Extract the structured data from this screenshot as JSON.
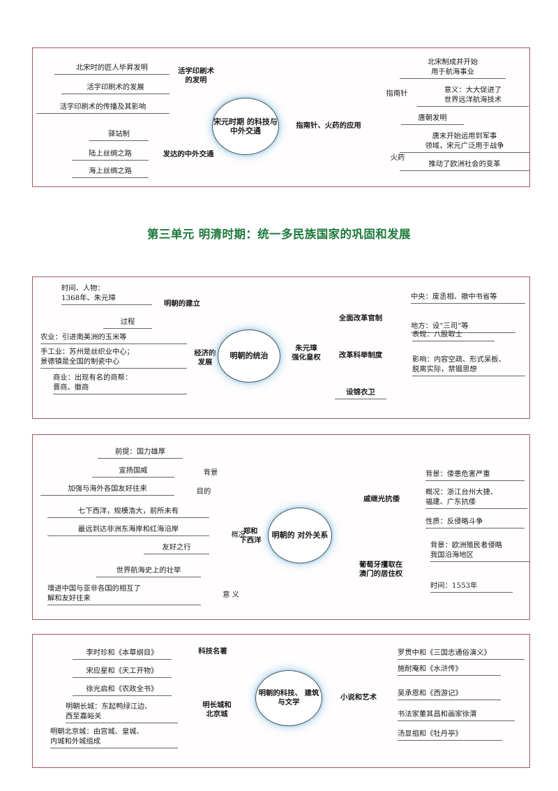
{
  "document": {
    "unit_title": "第三单元 明清时期：统一多民族国家的巩固和发展",
    "title_color": "#1f7a3d",
    "frame_color": "#9b5b60",
    "node_glow_color": "#bfe1f3"
  },
  "maps": [
    {
      "id": "map-song-yuan",
      "center": "宋元时期\n的科技与\n中外交通",
      "branches": [
        {
          "label": "活字印刷术\n的发明",
          "side": "left",
          "leaves": [
            "北宋时的匠人毕昇发明",
            "活字印刷术的发展",
            "活字印刷术的传播及其影响"
          ]
        },
        {
          "label": "发达的中外交通",
          "side": "left",
          "leaves": [
            "驿站制",
            "陆上丝绸之路",
            "海上丝绸之路"
          ]
        },
        {
          "label": "指南针、火药的应用",
          "side": "right",
          "subbranches": [
            {
              "label": "指南针",
              "leaves": [
                "北宋制成并开始\n用于航海事业",
                "意义：大大促进了\n世界远洋航海技术"
              ]
            },
            {
              "label": "火药",
              "leaves": [
                "唐朝发明",
                "唐末开始运用到军事\n领域，宋元广泛用于战争",
                "推动了欧洲社会的变革"
              ]
            }
          ]
        }
      ]
    },
    {
      "id": "map-ming-rule",
      "center": "明朝的统治",
      "branches": [
        {
          "label": "明朝的建立",
          "side": "left",
          "leaves": [
            "时间、人物：\n1368年、朱元璋",
            "过程"
          ]
        },
        {
          "label": "经济的\n发展",
          "side": "left",
          "leaves": [
            "农业：引进南美洲的玉米等",
            "手工业：苏州是丝织业中心；\n景德镇是全国的制瓷中心",
            "商业：出现有名的商帮：\n晋商、徽商"
          ]
        },
        {
          "label": "朱元璋\n强化皇权",
          "side": "right",
          "subbranches": [
            {
              "label": "全面改革官制",
              "leaves": [
                "中央：废丞相、撤中书省等",
                "地方：设“三司”等"
              ]
            },
            {
              "label": "改革科举制度",
              "leaves": [
                "表现：八股取士",
                "影响：内容空疏、形式呆板、\n脱离实际，禁锢思想"
              ]
            },
            {
              "label": "设锦衣卫",
              "leaves": []
            }
          ]
        }
      ]
    },
    {
      "id": "map-foreign-relations",
      "center": "明朝的\n对外关系",
      "branches": [
        {
          "label": "郑和\n下西洋",
          "side": "left",
          "subbranches": [
            {
              "label": "背景",
              "leaves": [
                "前提：国力雄厚"
              ]
            },
            {
              "label": "目的",
              "leaves": [
                "宣扬国威",
                "加强与海外各国友好往来"
              ]
            },
            {
              "label": "概况",
              "leaves": [
                "七下西洋，规模浩大，前所未有",
                "最远到达非洲东海岸和红海沿岸",
                "友好之行"
              ]
            },
            {
              "label": "意 义",
              "leaves": [
                "世界航海史上的壮举",
                "增进中国与亚非各国的相互了\n解和友好往来"
              ]
            }
          ]
        },
        {
          "label": "戚继光抗倭",
          "side": "right",
          "leaves": [
            "背景：倭患危害严重",
            "概况：浙江台州大捷、\n福建、广东抗倭",
            "性质：反侵略斗争"
          ]
        },
        {
          "label": "葡萄牙攫取在\n澳门的居住权",
          "side": "right",
          "leaves": [
            "背景：欧洲殖民者侵略\n我国沿海地区",
            "时间：1553年"
          ]
        }
      ]
    },
    {
      "id": "map-ming-culture",
      "center": "明朝的科技、\n建筑与文学",
      "branches": [
        {
          "label": "科技名著",
          "side": "left",
          "leaves": [
            "李时珍和《本草纲目》",
            "宋应星和《天工开物》",
            "徐光启和《农政全书》"
          ]
        },
        {
          "label": "明长城和\n北京城",
          "side": "left",
          "leaves": [
            "明朝长城：东起鸭绿江边、\n西至嘉峪关",
            "明朝北京城：由宫城、皇城、\n内城和外城组成"
          ]
        },
        {
          "label": "小说和艺术",
          "side": "right",
          "leaves": [
            "罗贯中和《三国志通俗演义》",
            "施耐庵和《水浒传》",
            "吴承恩和《西游记》",
            "书法家董其昌和画家徐渭",
            "汤显祖和《牡丹亭》"
          ]
        }
      ]
    }
  ]
}
